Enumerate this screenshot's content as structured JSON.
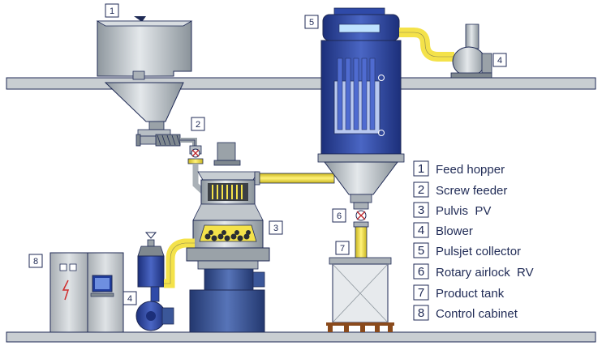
{
  "legend": [
    {
      "num": "1",
      "label": "Feed hopper"
    },
    {
      "num": "2",
      "label": "Screw feeder"
    },
    {
      "num": "3",
      "label": "Pulvis  PV"
    },
    {
      "num": "4",
      "label": "Blower"
    },
    {
      "num": "5",
      "label": "Pulsjet collector"
    },
    {
      "num": "6",
      "label": "Rotary airlock  RV"
    },
    {
      "num": "7",
      "label": "Product tank"
    },
    {
      "num": "8",
      "label": "Control cabinet"
    }
  ],
  "callouts": [
    "1",
    "2",
    "3",
    "4",
    "5",
    "6",
    "7",
    "8"
  ],
  "colors": {
    "steel": "#b9c0c6",
    "steel_dark": "#7f888f",
    "collector_blue": "#2f4aa8",
    "collector_dark": "#1c2f7a",
    "duct_yellow": "#f4e24a",
    "floor": "#c9ced2",
    "motor_blue": "#3b5799",
    "outline": "#1f2a55"
  }
}
